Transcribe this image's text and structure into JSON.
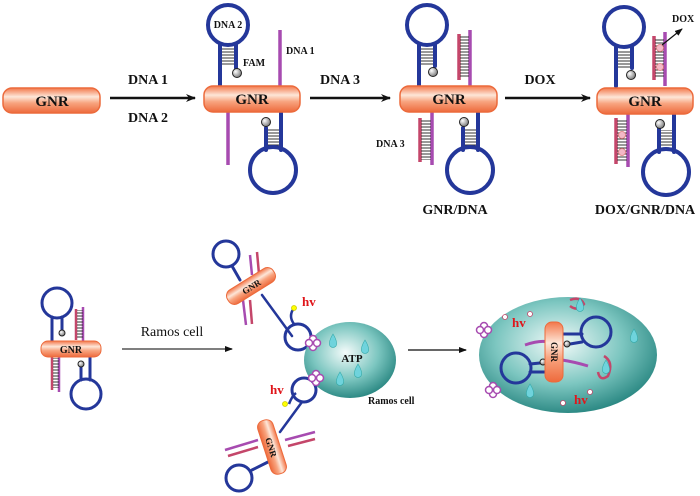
{
  "top_row": {
    "gnr_label": "GNR",
    "step1": {
      "above": "DNA 1",
      "below": "DNA 2"
    },
    "construct1": {
      "gnr": "GNR",
      "dna2": "DNA 2",
      "fam": "FAM",
      "dna1": "DNA 1"
    },
    "step2": {
      "above": "DNA 3"
    },
    "construct2": {
      "gnr": "GNR",
      "dna3": "DNA 3",
      "caption": "GNR/DNA"
    },
    "step3": {
      "above": "DOX"
    },
    "construct3": {
      "gnr": "GNR",
      "dox": "DOX",
      "caption": "DOX/GNR/DNA"
    }
  },
  "bottom_row": {
    "probe_gnr": "GNR",
    "step_label": "Ramos cell",
    "bound_gnr_top": "GNR",
    "bound_gnr_bottom": "GNR",
    "hv_top": "hv",
    "hv_bottom": "hv",
    "atp": "ATP",
    "cell_label": "Ramos cell",
    "internal_gnr": "GNR",
    "hv_inside_1": "hv",
    "hv_inside_2": "hv"
  },
  "colors": {
    "gnr": "#f58a5e",
    "dna_hairpin": "#24379a",
    "dna_strand": "#a74bb0",
    "dna3": "#c4466a",
    "cell": "#2a8f8a",
    "hv": "#e0161b"
  }
}
